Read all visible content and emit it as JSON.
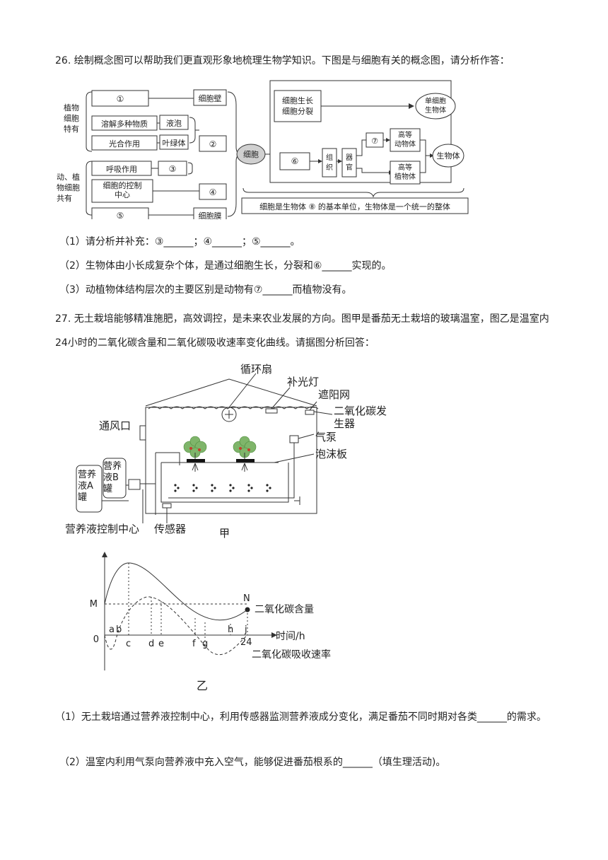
{
  "q26": {
    "intro": "26. 绘制概念图可以帮助我们更直观形象地梳理生物学知识。下图是与细胞有关的概念图，请分析作答：",
    "diagram": {
      "plant_group": "植物细胞特有",
      "shared_group": "动、植物细胞共有",
      "box1": "①",
      "wall": "细胞壁",
      "dissolve": "溶解多种物质",
      "vacuole": "液泡",
      "photo": "光合作用",
      "chloro": "叶绿体",
      "box2": "②",
      "resp": "呼吸作用",
      "box3": "③",
      "control": "细胞的控制中心",
      "box4": "④",
      "box5": "⑤",
      "membrane": "细胞膜",
      "cell": "细胞",
      "growth": "细胞生长细胞分裂",
      "single": "单细胞生物体",
      "box6": "⑥",
      "tissue": "组织",
      "organ": "器官",
      "box7": "⑦",
      "animal": "高等动物体",
      "plant_high": "高等植物体",
      "organism": "生物体",
      "summary": "细胞是生物体 ⑧ 的基本单位，生物体是一个统一的整体"
    },
    "sub1": "（1）请分析并补充：③______；④______；⑤______。",
    "sub2": "（2）生物体由小长成复杂个体，是通过细胞生长，分裂和⑥______实现的。",
    "sub3": "（3）动植物体结构层次的主要区别是动物有⑦______而植物没有。"
  },
  "q27": {
    "intro": "27. 无土栽培能够精准施肥，高效调控，是未来农业发展的方向。图甲是番茄无土栽培的玻璃温室，图乙是温室内24小时的二氧化碳含量和二氧化碳吸收速率变化曲线。请据图分析回答：",
    "greenhouse": {
      "fan": "循环扇",
      "light": "补光灯",
      "shade": "遮阳网",
      "co2_gen": "二氧化碳发生器",
      "vent": "通风口",
      "pump": "气泵",
      "foam": "泡沫板",
      "tank_b": "营养液B罐",
      "tank_a": "营养液A罐",
      "control": "营养液控制中心",
      "sensor": "传感器",
      "caption": "甲"
    },
    "graph": {
      "label_m": "M",
      "label_n": "N",
      "label_zero": "0",
      "co2_content": "二氧化碳含量",
      "time_axis": "时间/h",
      "hour_24": "24",
      "co2_rate": "二氧化碳吸收速率",
      "points": [
        "a",
        "b",
        "c",
        "d",
        "e",
        "f",
        "g",
        "h",
        "j"
      ],
      "caption": "乙"
    },
    "sub1": "（1）无土栽培通过营养液控制中心，利用传感器监测营养液成分变化，满足番茄不同时期对各类______的需求。",
    "sub2": "（2）温室内利用气泵向营养液中充入空气，能够促进番茄根系的______（填生理活动)。"
  }
}
